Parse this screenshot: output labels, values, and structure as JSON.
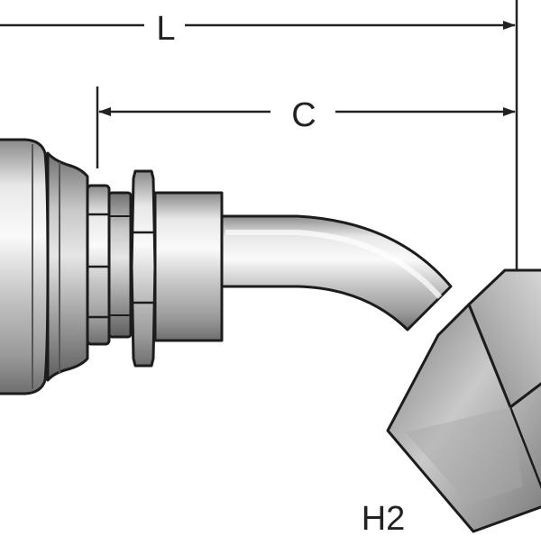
{
  "dimensions": {
    "overall_length": "L",
    "cutoff_length": "C",
    "hex_size": "H2"
  },
  "colors": {
    "outline": "#1c1c1c",
    "steel_dark": "#7b7b7b",
    "steel_mid": "#bdbdbd",
    "steel_light": "#f4f4f4",
    "dimension_line": "#222222"
  }
}
